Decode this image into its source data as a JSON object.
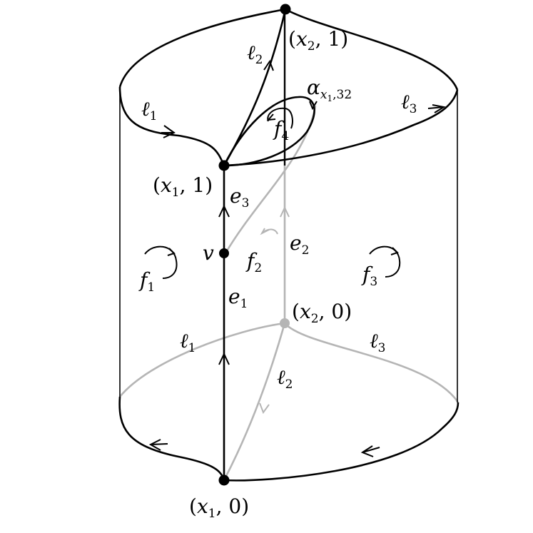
{
  "colors": {
    "front": "#000000",
    "back": "#b5b5b5",
    "background": "#ffffff"
  },
  "vertices": {
    "x1_0": {
      "x": "x",
      "sub": "1",
      "t": "0"
    },
    "x2_0": {
      "x": "x",
      "sub": "2",
      "t": "0"
    },
    "x1_1": {
      "x": "x",
      "sub": "1",
      "t": "1"
    },
    "x2_1": {
      "x": "x",
      "sub": "2",
      "t": "1"
    },
    "v": "v"
  },
  "edges": {
    "e1": {
      "base": "e",
      "sub": "1"
    },
    "e2": {
      "base": "e",
      "sub": "2"
    },
    "e3": {
      "base": "e",
      "sub": "3"
    }
  },
  "loops": {
    "l1_top": {
      "base": "ℓ",
      "sub": "1"
    },
    "l2_top": {
      "base": "ℓ",
      "sub": "2"
    },
    "l3_top": {
      "base": "ℓ",
      "sub": "3"
    },
    "l1_bottom": {
      "base": "ℓ",
      "sub": "1"
    },
    "l2_bottom": {
      "base": "ℓ",
      "sub": "2"
    },
    "l3_bottom": {
      "base": "ℓ",
      "sub": "3"
    }
  },
  "faces": {
    "f1": {
      "base": "f",
      "sub": "1"
    },
    "f2": {
      "base": "f",
      "sub": "2"
    },
    "f3": {
      "base": "f",
      "sub": "3"
    },
    "f4": {
      "base": "f",
      "sub": "4"
    }
  },
  "alpha": {
    "base": "α",
    "sub": "x",
    "subsub": "1",
    "tail": ",32"
  }
}
